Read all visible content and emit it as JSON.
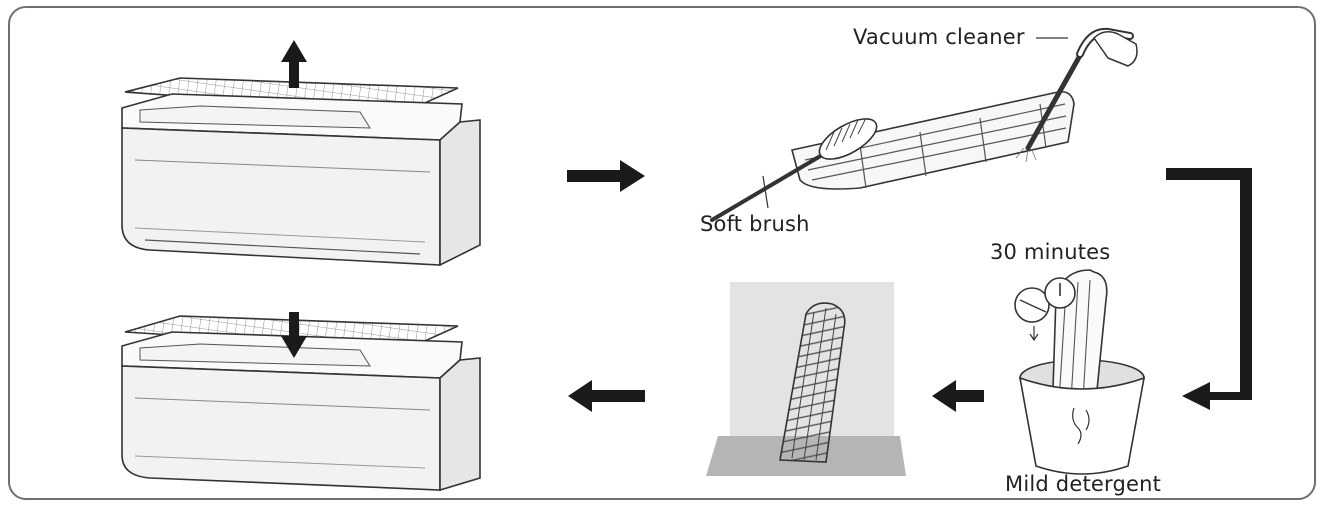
{
  "labels": {
    "vacuum_cleaner": "Vacuum cleaner",
    "soft_brush": "Soft brush",
    "thirty_minutes": "30 minutes",
    "mild_detergent": "Mild detergent"
  },
  "colors": {
    "frame": "#6f6f6f",
    "line": "#2a2a2a",
    "arrow": "#1a1a1a",
    "unit_fill": "#f2f2f2",
    "dry_backdrop": "#e3e3e3",
    "dry_floor": "#b5b5b5"
  }
}
